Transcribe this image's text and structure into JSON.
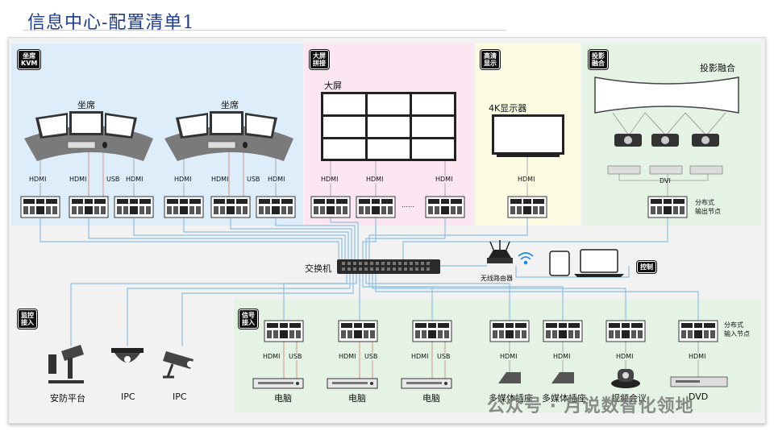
{
  "title": "信息中心-配置清单1",
  "zones": {
    "kvm": "坐席\nKVM",
    "screen": "大屏\n拼接",
    "hd": "高清\n显示",
    "proj": "投影\n融合",
    "ctrl": "控制",
    "mon": "监控\n接入",
    "sig": "信号\n接入"
  },
  "labels": {
    "seat1": "坐席",
    "seat2": "坐席",
    "bigscreen": "大屏",
    "display4k": "4K显示器",
    "projection": "投影融合",
    "dvi": "DVI",
    "out_node": "分布式\n输出节点",
    "in_node": "分布式\n输入节点",
    "switch": "交换机",
    "router": "无线路由器",
    "ellipsis": "……",
    "hdmi": "HDMI",
    "usb": "USB"
  },
  "bottom_captions": [
    "安防平台",
    "IPC",
    "IPC",
    "电脑",
    "电脑",
    "电脑",
    "多媒体插座",
    "多媒体插座",
    "视频会议",
    "DVD"
  ],
  "watermark": "公众号 · 月说数智化领地",
  "colors": {
    "kvm_zone": "#ddeefa",
    "screen_zone": "#fbe6f1",
    "hd_zone": "#fbfbe2",
    "proj_zone": "#e5f3e5",
    "sig_zone": "#e5f3e5",
    "line": "#8cbfe6",
    "title": "#1f3c88"
  }
}
